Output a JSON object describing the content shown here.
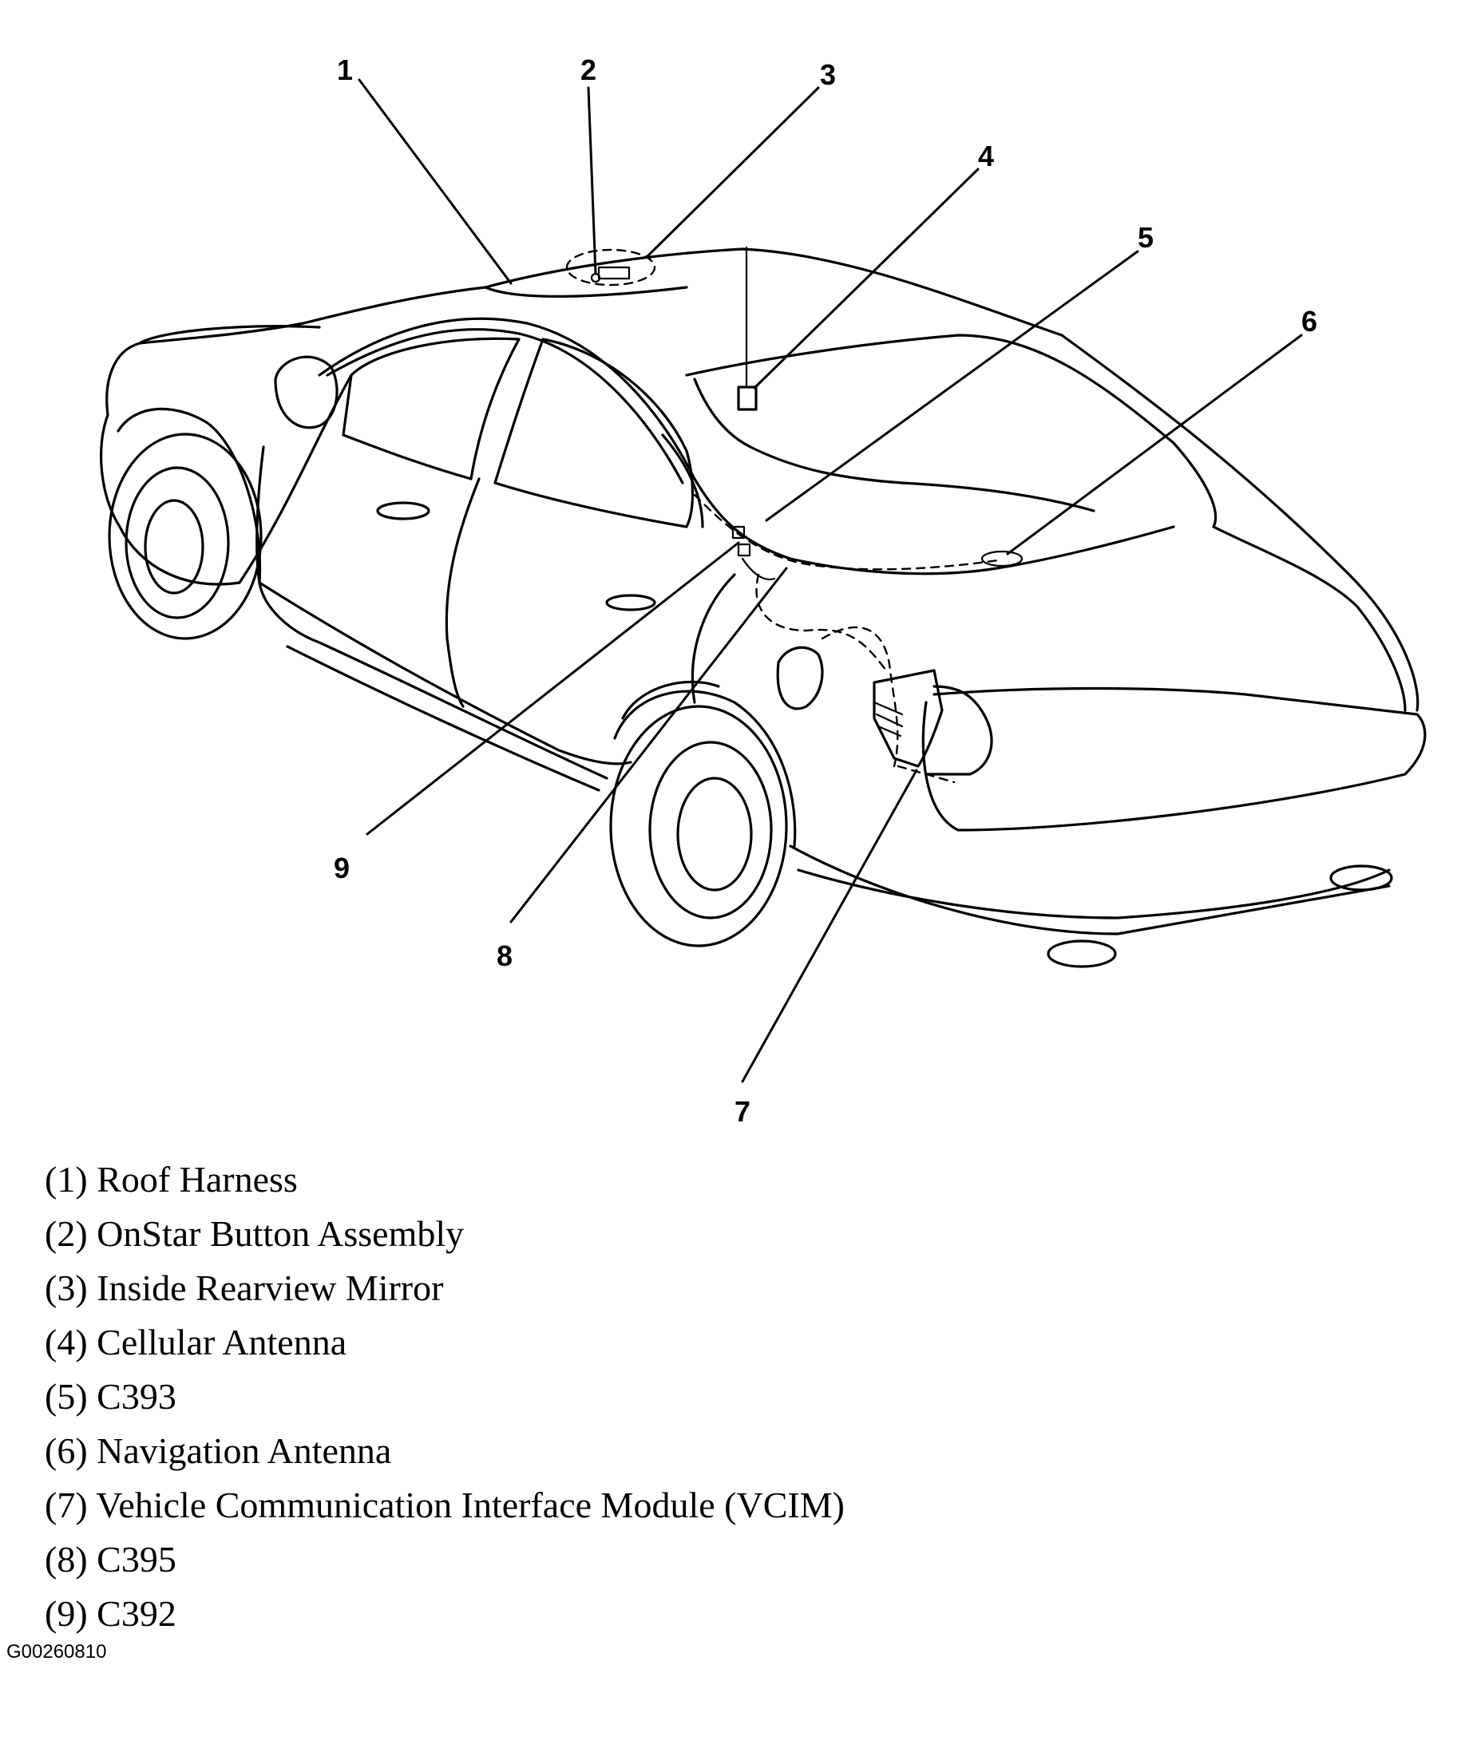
{
  "callouts": [
    "1",
    "2",
    "3",
    "4",
    "5",
    "6",
    "7",
    "8",
    "9"
  ],
  "legend": [
    "(1) Roof Harness",
    "(2) OnStar Button Assembly",
    "(3) Inside Rearview Mirror",
    "(4) Cellular Antenna",
    "(5) C393",
    "(6) Navigation Antenna",
    "(7) Vehicle Communication Interface Module (VCIM)",
    "(8) C395",
    "(9) C392"
  ],
  "figure_id": "G00260810"
}
